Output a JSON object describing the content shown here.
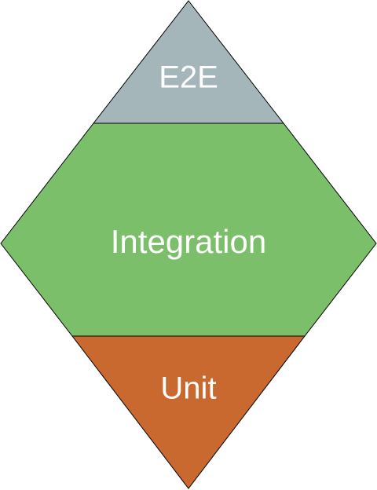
{
  "diagram": {
    "layers": [
      {
        "key": "e2e",
        "label": "E2E",
        "color": "#a5b6bb"
      },
      {
        "key": "integration",
        "label": "Integration",
        "color": "#7cbf6b"
      },
      {
        "key": "unit",
        "label": "Unit",
        "color": "#c9682f"
      }
    ],
    "outline_color": "#000000"
  }
}
